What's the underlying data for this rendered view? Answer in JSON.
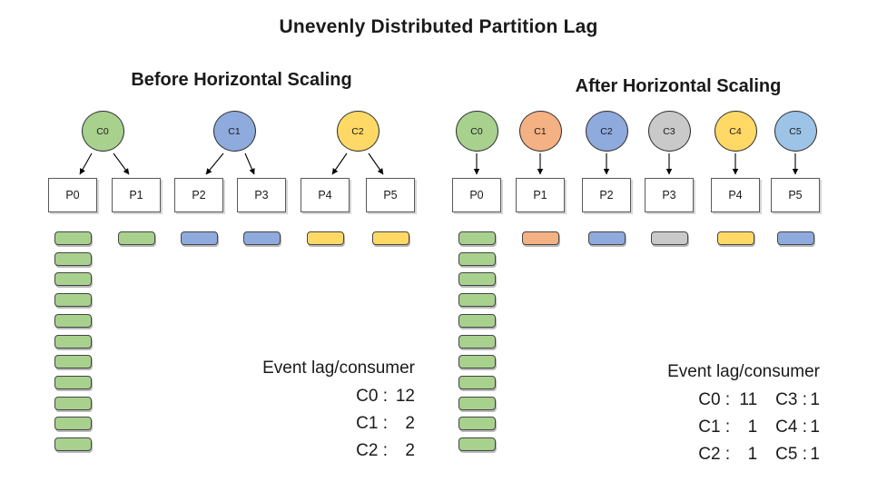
{
  "title": "Unevenly Distributed Partition Lag",
  "palette": {
    "green": "#A9D18E",
    "blue": "#8FAADC",
    "yellow": "#FFD966",
    "orange": "#F4B183",
    "gray": "#C9C9C9",
    "lightblue": "#9DC3E6"
  },
  "before": {
    "heading": "Before Horizontal Scaling",
    "consumers": [
      {
        "label": "C0",
        "color": "green",
        "partitions": [
          0,
          1
        ]
      },
      {
        "label": "C1",
        "color": "blue",
        "partitions": [
          2,
          3
        ]
      },
      {
        "label": "C2",
        "color": "yellow",
        "partitions": [
          4,
          5
        ]
      }
    ],
    "partitions": [
      {
        "label": "P0",
        "lag": 11,
        "lag_color": "green"
      },
      {
        "label": "P1",
        "lag": 1,
        "lag_color": "green"
      },
      {
        "label": "P2",
        "lag": 1,
        "lag_color": "blue"
      },
      {
        "label": "P3",
        "lag": 1,
        "lag_color": "blue"
      },
      {
        "label": "P4",
        "lag": 1,
        "lag_color": "yellow"
      },
      {
        "label": "P5",
        "lag": 1,
        "lag_color": "yellow"
      }
    ],
    "summary": {
      "title": "Event lag/consumer",
      "rows": [
        {
          "label": "C0 :",
          "value": "12"
        },
        {
          "label": "C1 :",
          "value": "2"
        },
        {
          "label": "C2 :",
          "value": "2"
        }
      ]
    }
  },
  "after": {
    "heading": "After Horizontal Scaling",
    "consumers": [
      {
        "label": "C0",
        "color": "green",
        "partitions": [
          0
        ]
      },
      {
        "label": "C1",
        "color": "orange",
        "partitions": [
          1
        ]
      },
      {
        "label": "C2",
        "color": "blue",
        "partitions": [
          2
        ]
      },
      {
        "label": "C3",
        "color": "gray",
        "partitions": [
          3
        ]
      },
      {
        "label": "C4",
        "color": "yellow",
        "partitions": [
          4
        ]
      },
      {
        "label": "C5",
        "color": "lightblue",
        "partitions": [
          5
        ]
      }
    ],
    "partitions": [
      {
        "label": "P0",
        "lag": 11,
        "lag_color": "green"
      },
      {
        "label": "P1",
        "lag": 1,
        "lag_color": "orange"
      },
      {
        "label": "P2",
        "lag": 1,
        "lag_color": "blue"
      },
      {
        "label": "P3",
        "lag": 1,
        "lag_color": "gray"
      },
      {
        "label": "P4",
        "lag": 1,
        "lag_color": "yellow"
      },
      {
        "label": "P5",
        "lag": 1,
        "lag_color": "blue"
      }
    ],
    "summary": {
      "title": "Event lag/consumer",
      "rows": [
        {
          "label": "C0 :",
          "value": "11",
          "label2": "C3 :",
          "value2": "1"
        },
        {
          "label": "C1 :",
          "value": "1",
          "label2": "C4 :",
          "value2": "1"
        },
        {
          "label": "C2 :",
          "value": "1",
          "label2": "C5 :",
          "value2": "1"
        }
      ]
    }
  }
}
